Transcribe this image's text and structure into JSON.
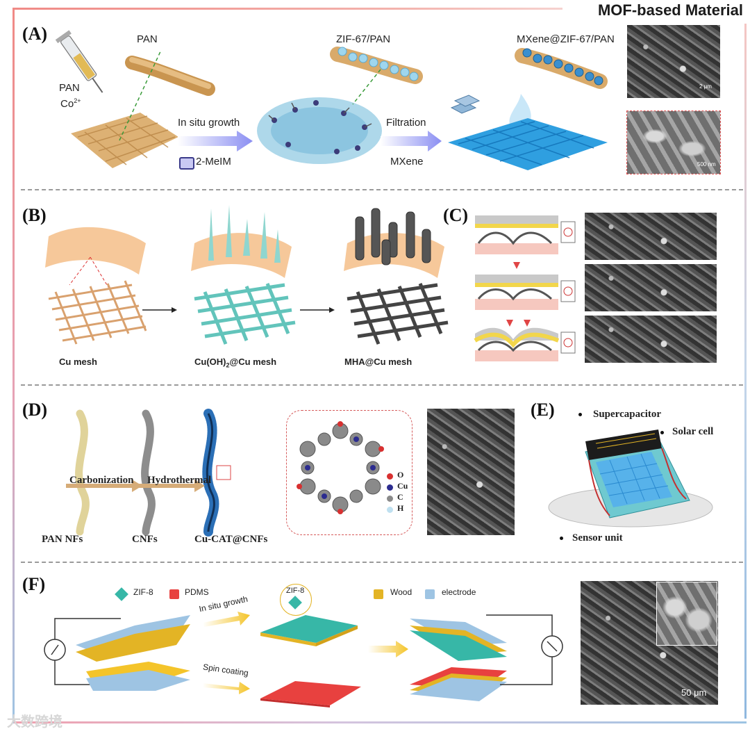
{
  "header": {
    "title": "MOF-based Material"
  },
  "panels": {
    "a": {
      "label": "(A)",
      "pan": "PAN",
      "syringe_pan": "PAN",
      "syringe_co": "Co",
      "syringe_co_sup": "2+",
      "zif_pan": "ZIF-67/PAN",
      "mxene_zif_pan": "MXene@ZIF-67/PAN",
      "in_situ_growth": "In situ growth",
      "melm": "2-MeIM",
      "filtration": "Filtration",
      "mxene": "MXene",
      "scale_top": "2 μm",
      "scale_bottom": "500 nm"
    },
    "b": {
      "label": "(B)",
      "cu_mesh": "Cu mesh",
      "cuoh_mesh_pre": "Cu(OH)",
      "cuoh_mesh_sub": "2",
      "cuoh_mesh_post": "@Cu mesh",
      "mha_mesh": "MHA@Cu mesh"
    },
    "c": {
      "label": "(C)"
    },
    "d": {
      "label": "(D)",
      "carbonization": "Carbonization",
      "hydrothermal": "Hydrothermal",
      "pan_nfs": "PAN NFs",
      "cnfs": "CNFs",
      "cu_cat": "Cu-CAT@CNFs",
      "legend": [
        "O",
        "Cu",
        "C",
        "H"
      ]
    },
    "e": {
      "label": "(E)",
      "supercapacitor": "Supercapacitor",
      "solar_cell": "Solar cell",
      "sensor_unit": "Sensor unit"
    },
    "f": {
      "label": "(F)",
      "zif8": "ZIF-8",
      "pdms": "PDMS",
      "zif8_circle": "ZIF-8",
      "wood": "Wood",
      "electrode": "electrode",
      "in_situ_growth": "In situ growth",
      "spin_coating": "Spin coating",
      "scale": "50 μm"
    }
  },
  "watermark": "大数跨境",
  "colors": {
    "frame_pink": "#f08a86",
    "frame_blue": "#9ec4e3",
    "tan_fiber": "#d9a86a",
    "zif_blue": "#7cc4e6",
    "mxene_blue": "#2f9fe0",
    "teal": "#37b7a7",
    "pdms_red": "#e8413f",
    "wood_gold": "#e3b425"
  }
}
